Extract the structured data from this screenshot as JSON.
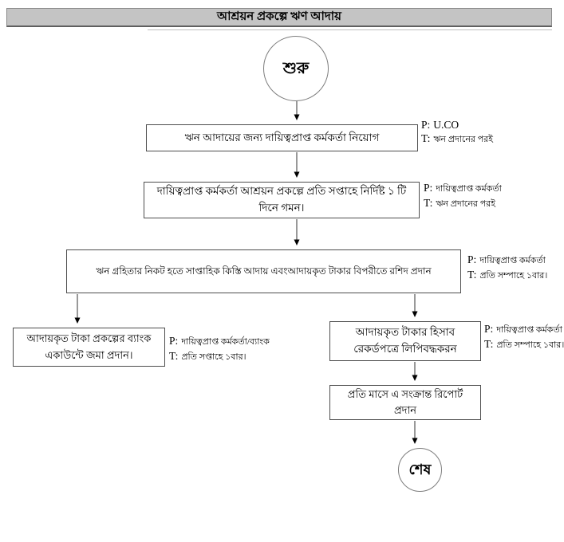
{
  "header": {
    "title": "আশ্রয়ন প্রকল্পে ঋণ আদায়"
  },
  "flow": {
    "start_label": "শুরু",
    "end_label": "শেষ",
    "p_prefix": "P:",
    "t_prefix": "T:",
    "steps": [
      {
        "text": "ঋন আদায়ের জন্য দায়িত্বপ্রাপ্ত কর্মকর্তা নিয়োগ",
        "p": "U.CO",
        "t": "ঋন প্রদানের পরই"
      },
      {
        "text": "দায়িত্বপ্রাপ্ত কর্মকর্তা আশ্রয়ন প্রকল্পে প্রতি সপ্তাহে নির্দিষ্ট ১ টি দিনে গমন।",
        "p": "দায়িত্বপ্রাপ্ত কর্মকর্তা",
        "t": "ঋন প্রদানের পরই"
      },
      {
        "text": "ঋন গ্রহিতার নিকট হতে সাপ্তাহিক কিস্তি আদায় এবংআদায়কৃত টাকার বিপরীতে রশিদ প্রদান",
        "p": "দায়িত্বপ্রাপ্ত কর্মকর্তা",
        "t": "প্রতি সম্পাহে ১বার।"
      },
      {
        "text": "আদায়কৃত টাকা প্রকল্পের ব্যাংক একাউন্টে জমা প্রদান।",
        "p": "দায়িত্বপ্রাপ্ত কর্মকর্তা/ব্যাংক",
        "t": "প্রতি সপ্তাহে ১বার।"
      },
      {
        "text": "আদায়কৃত টাকার হিসাব রেকর্ডপত্রে লিপিবদ্ধকরন",
        "p": "দায়িত্বপ্রাপ্ত কর্মকর্তা",
        "t": "প্রতি সম্পাহে ১বার।"
      },
      {
        "text": "প্রতি মাসে এ সংক্রান্ত রিপোর্ট প্রদান"
      }
    ]
  },
  "colors": {
    "title_bar_bg": "#c4c4c4",
    "line": "#333333",
    "border": "#4d4d4d",
    "background": "#ffffff",
    "text": "#000000"
  }
}
